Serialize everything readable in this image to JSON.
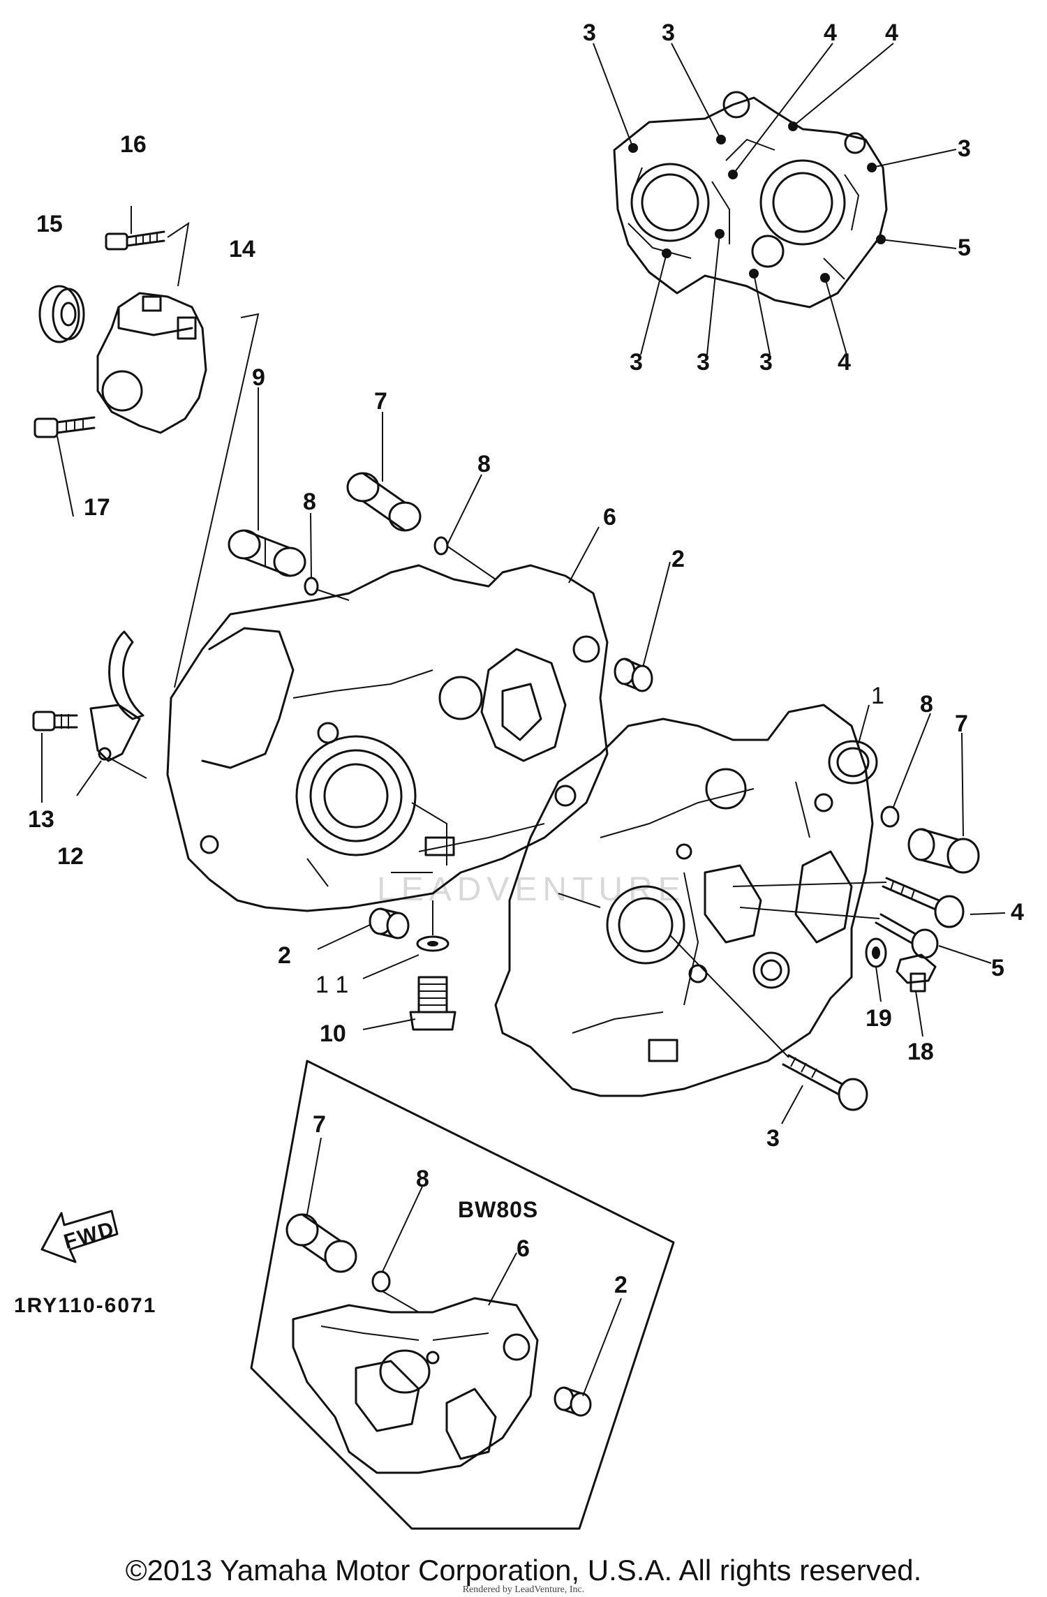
{
  "callouts": {
    "c1": "1",
    "c2a": "2",
    "c2b": "2",
    "c2c": "2",
    "c3": "3",
    "c4": "4",
    "c5": "5",
    "c6a": "6",
    "c6b": "6",
    "c7a": "7",
    "c7b": "7",
    "c7c": "7",
    "c8a": "8",
    "c8b": "8",
    "c8c": "8",
    "c8d": "8",
    "c9": "9",
    "c10": "10",
    "c11": "1 1",
    "c12": "12",
    "c13": "13",
    "c14": "14",
    "c15": "15",
    "c16": "16",
    "c17": "17",
    "c18": "18",
    "c19": "19"
  },
  "inset_top": {
    "labels_top": [
      "3",
      "3",
      "4",
      "4"
    ],
    "label_right_upper": "3",
    "label_right_lower": "5",
    "labels_bottom": [
      "3",
      "3",
      "3",
      "4"
    ]
  },
  "variant_label": "BW80S",
  "fwd_label": "FWD",
  "diagram_code": "1RY110-6071",
  "watermark": "LEADVENTURE",
  "footer": {
    "copyright": "©2013 Yamaha Motor Corporation, U.S.A. All rights reserved.",
    "rendered_by": "Rendered by LeadVenture, Inc."
  }
}
